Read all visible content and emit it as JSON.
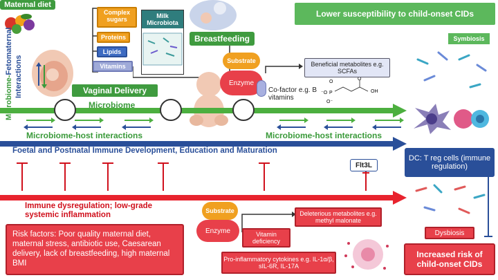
{
  "maternal_diet": "Maternal diet",
  "diet_items": {
    "complex_sugars": "Complex sugars",
    "proteins": "Proteins",
    "lipids": "Lipids",
    "vitamins": "Vitamins"
  },
  "milk_microbiota": "Milk Microbiota",
  "breastfeeding": "Breastfeeding",
  "lower_susceptibility": "Lower susceptibility to child-onset CIDs",
  "symbiosis": "Symbiosis",
  "fetomaternal": "Microbiome-Fetomaternal Interactions",
  "vaginal_delivery": "Vaginal Delivery",
  "microbiome": "Microbiome",
  "substrate": "Substrate",
  "enzyme": "Enzyme",
  "beneficial_metabolites": "Beneficial metabolites e.g. SCFAs",
  "cofactor": "Co-factor e.g. B vitamins",
  "host_interactions_left": "Microbiome-host interactions",
  "host_interactions_right": "Microbiome-host interactions",
  "immune_development": "Foetal and Postnatal Immune Development, Education and Maturation",
  "dc_treg": "DC: T reg cells (immune regulation)",
  "flt3l": "Flt3L",
  "immune_dysregulation": "Immune dysregulation; low-grade systemic inflammation",
  "risk_factors": "Risk factors: Poor quality maternal diet, maternal stress, antibiotic use, Caesarean delivery, lack of breastfeeding, high maternal BMI",
  "substrate2": "Substrate",
  "enzyme2": "Enzyme",
  "deleterious": "Deleterious metabolites e.g. methyl malonate",
  "vitamin_deficiency": "Vitamin deficiency",
  "cytokines": "Pro-inflammatory cytokines e.g. IL-1α/β, sIL-6R, IL-17A",
  "dysbiosis": "Dysbiosis",
  "increased_risk": "Increased risk of child-onset CIDs",
  "molecule_labels": {
    "o1": "O",
    "p": "P",
    "o2": "O",
    "oh": "OH",
    "neg": "⁻O",
    "neg2": "O⁻"
  }
}
